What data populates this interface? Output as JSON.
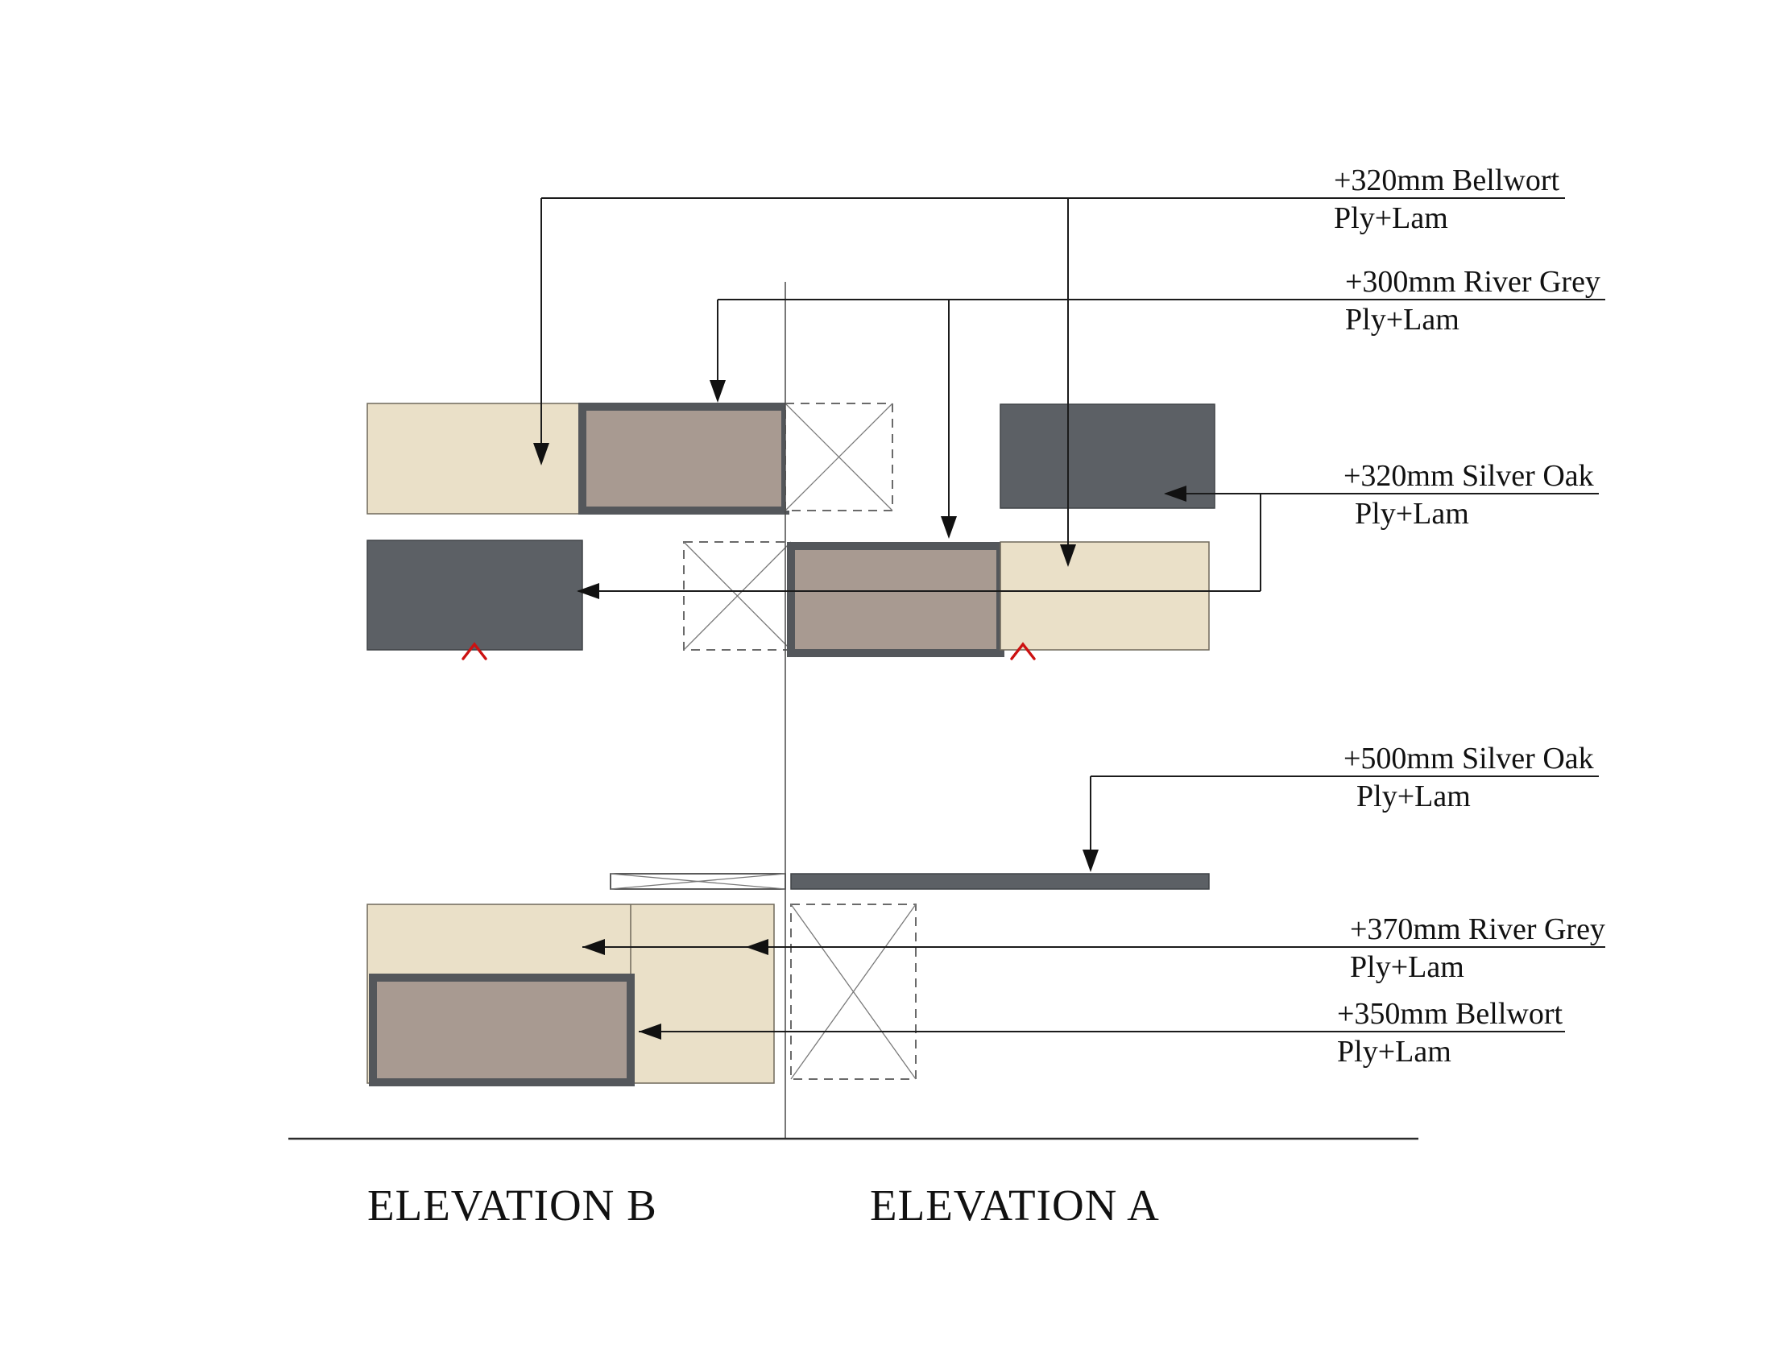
{
  "annotations": [
    {
      "line1": "+320mm Bellwort",
      "line2": "Ply+Lam"
    },
    {
      "line1": "+300mm River Grey",
      "line2": "Ply+Lam"
    },
    {
      "line1": "+320mm Silver Oak",
      "line2": "Ply+Lam"
    },
    {
      "line1": "+500mm Silver Oak",
      "line2": "Ply+Lam"
    },
    {
      "line1": "+370mm River Grey",
      "line2": "Ply+Lam"
    },
    {
      "line1": "+350mm Bellwort",
      "line2": "Ply+Lam"
    }
  ],
  "elevations": {
    "b": "ELEVATION B",
    "a": "ELEVATION A"
  },
  "colors": {
    "bellwort_cream": "#EAE0C8",
    "river_grey_taupe": "#A89A91",
    "silver_oak_dark": "#5C6065",
    "panel_frame": "#54575B",
    "marker_red": "#CC1111"
  }
}
